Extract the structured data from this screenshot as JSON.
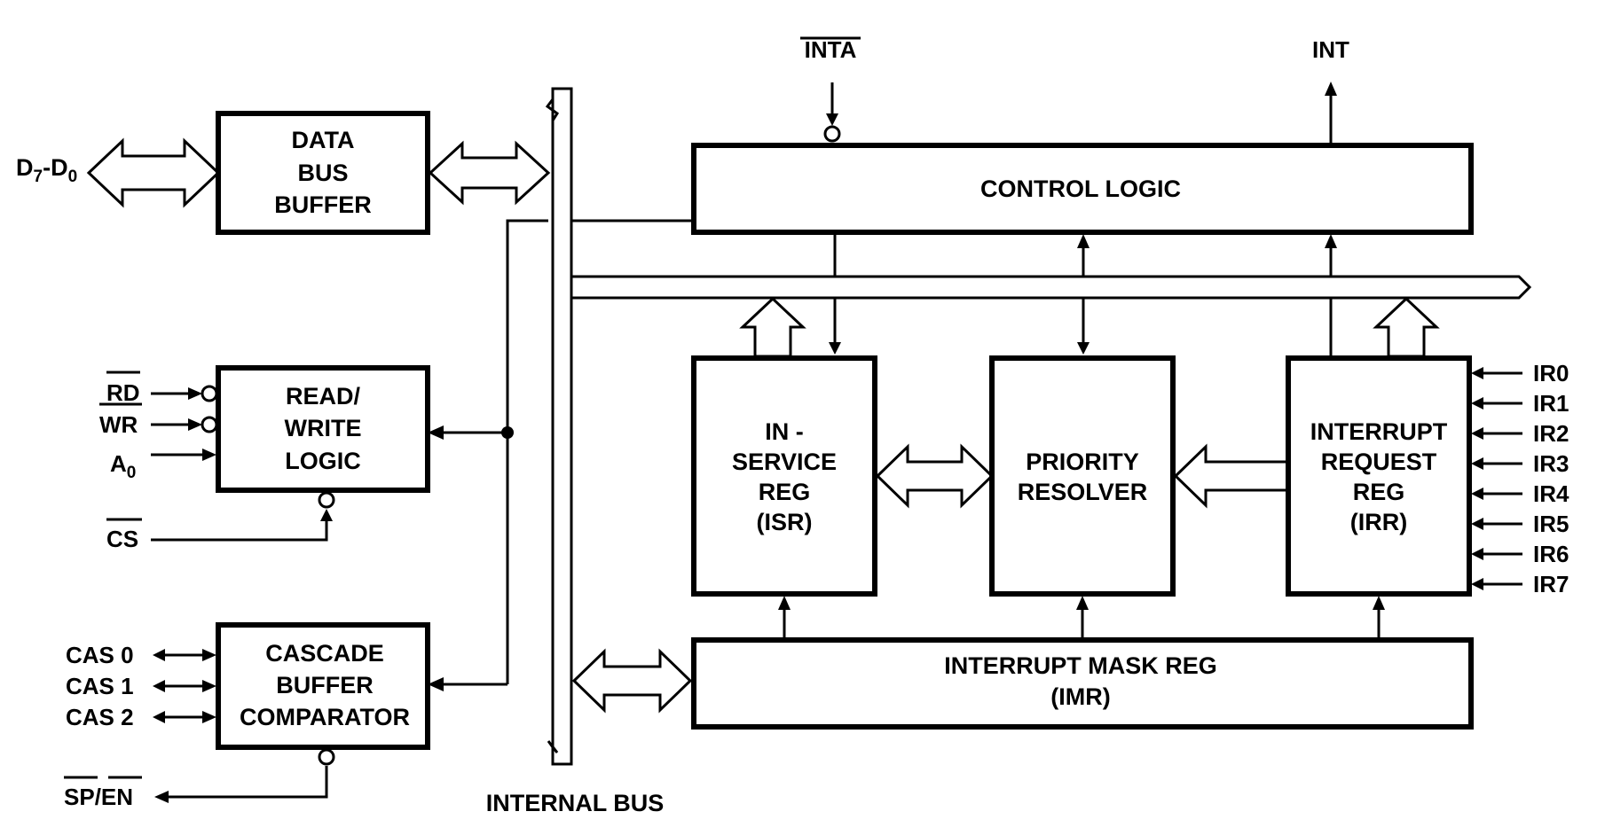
{
  "blocks": {
    "data_bus_buffer": [
      "DATA",
      "BUS",
      "BUFFER"
    ],
    "read_write_logic": [
      "READ/",
      "WRITE",
      "LOGIC"
    ],
    "cascade_buffer_comparator": [
      "CASCADE",
      "BUFFER",
      "COMPARATOR"
    ],
    "control_logic": [
      "CONTROL LOGIC"
    ],
    "in_service_reg": [
      "IN -",
      "SERVICE",
      "REG",
      "(ISR)"
    ],
    "priority_resolver": [
      "PRIORITY",
      "RESOLVER"
    ],
    "interrupt_request_reg": [
      "INTERRUPT",
      "REQUEST",
      "REG",
      "(IRR)"
    ],
    "interrupt_mask_reg": [
      "INTERRUPT MASK REG",
      "(IMR)"
    ]
  },
  "signals": {
    "data_bus": {
      "main": "D",
      "sub1": "7",
      "dash": "-D",
      "sub2": "0"
    },
    "rd": "RD",
    "wr": "WR",
    "a0": {
      "main": "A",
      "sub": "0"
    },
    "cs": "CS",
    "cas0": "CAS 0",
    "cas1": "CAS 1",
    "cas2": "CAS 2",
    "sp_en": {
      "sp": "SP",
      "slash": "/",
      "en": "EN"
    },
    "inta": "INTA",
    "int": "INT",
    "ir_inputs": [
      "IR0",
      "IR1",
      "IR2",
      "IR3",
      "IR4",
      "IR5",
      "IR6",
      "IR7"
    ]
  },
  "internal_bus_label": "INTERNAL BUS"
}
